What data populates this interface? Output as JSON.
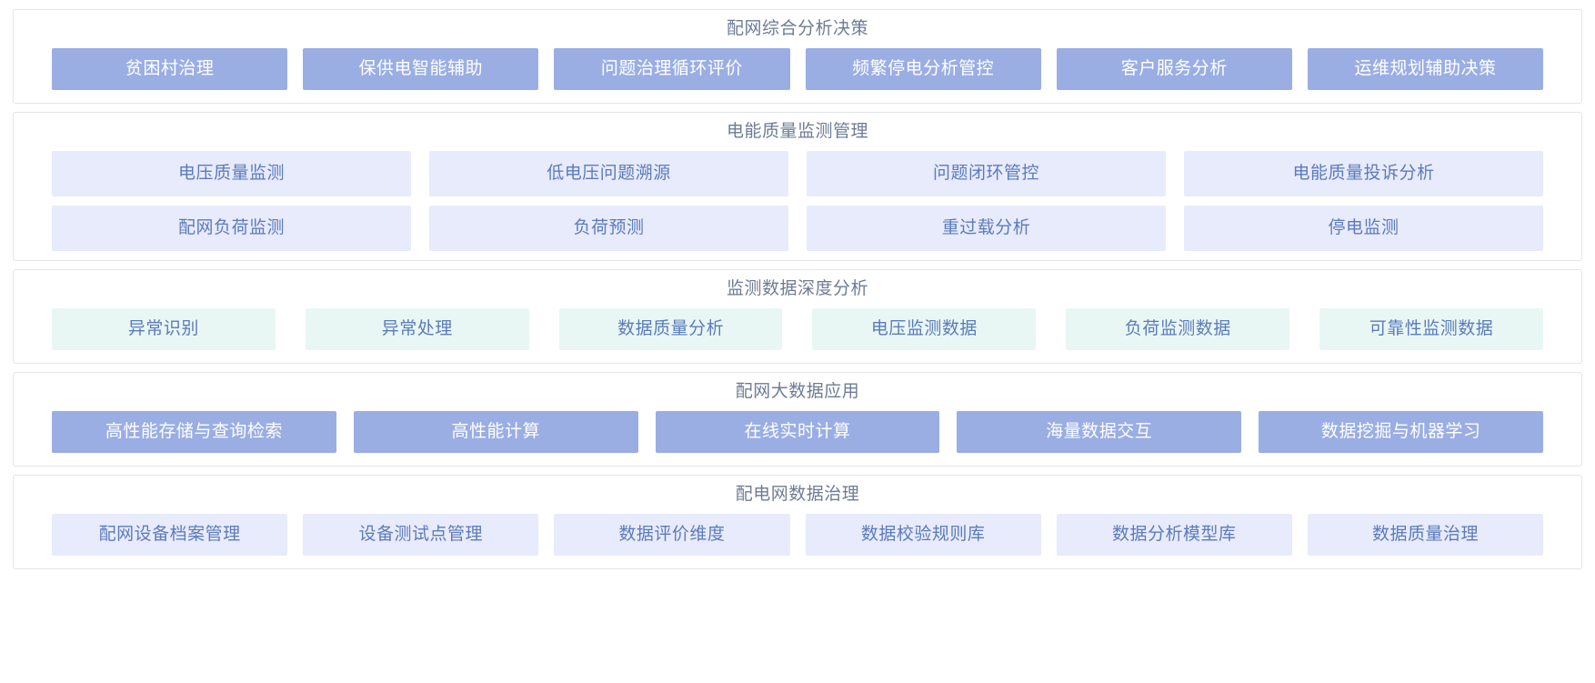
{
  "colors": {
    "panel_border": "#e3e5e8",
    "title_text": "#6d7c94",
    "solid_blue_bg": "#9aaee4",
    "solid_blue_text": "#ffffff",
    "pale_purple_bg": "#e8ebfb",
    "pale_mint_bg": "#e9f7f4",
    "pale_text": "#5b7bbd",
    "page_bg": "#ffffff"
  },
  "sections": [
    {
      "id": "peiwang-zonghe-fenxi-juece",
      "title": "配网综合分析决策",
      "style": "solid-blue",
      "rows": [
        [
          "贫困村治理",
          "保供电智能辅助",
          "问题治理循环评价",
          "频繁停电分析管控",
          "客户服务分析",
          "运维规划辅助决策"
        ]
      ]
    },
    {
      "id": "diannengzhiliang-jiance-guanli",
      "title": "电能质量监测管理",
      "style": "pale-purple",
      "rows": [
        [
          "电压质量监测",
          "低电压问题溯源",
          "问题闭环管控",
          "电能质量投诉分析"
        ],
        [
          "配网负荷监测",
          "负荷预测",
          "重过载分析",
          "停电监测"
        ]
      ]
    },
    {
      "id": "jiance-shuju-shendu-fenxi",
      "title": "监测数据深度分析",
      "style": "pale-mint",
      "rows": [
        [
          "异常识别",
          "异常处理",
          "数据质量分析",
          "电压监测数据",
          "负荷监测数据",
          "可靠性监测数据"
        ]
      ]
    },
    {
      "id": "peiwang-dashuju-yingyong",
      "title": "配网大数据应用",
      "style": "solid-blue",
      "rows": [
        [
          "高性能存储与查询检索",
          "高性能计算",
          "在线实时计算",
          "海量数据交互",
          "数据挖掘与机器学习"
        ]
      ]
    },
    {
      "id": "peidianwang-shuju-zhili",
      "title": "配电网数据治理",
      "style": "pale-purple",
      "rows": [
        [
          "配网设备档案管理",
          "设备测试点管理",
          "数据评价维度",
          "数据校验规则库",
          "数据分析模型库",
          "数据质量治理"
        ]
      ]
    }
  ]
}
